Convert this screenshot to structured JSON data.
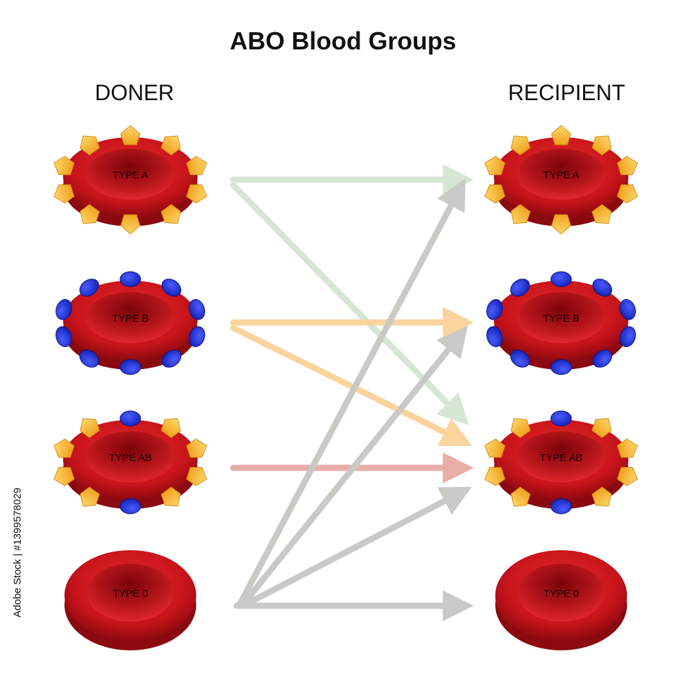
{
  "title": "ABO Blood Groups",
  "donor_header": "DONER",
  "recipient_header": "RECIPIENT",
  "donor_cells": [
    {
      "label": "TYPE A",
      "antigen": "A"
    },
    {
      "label": "TYPE B",
      "antigen": "B"
    },
    {
      "label": "TYPE AB",
      "antigen": "AB"
    },
    {
      "label": "TYPE 0",
      "antigen": "none"
    }
  ],
  "recipient_cells": [
    {
      "label": "TYPE A",
      "antigen": "A"
    },
    {
      "label": "TYPE B",
      "antigen": "B"
    },
    {
      "label": "TYPE AB",
      "antigen": "AB"
    },
    {
      "label": "TYPE 0",
      "antigen": "none"
    }
  ],
  "compatibility": [
    {
      "from": 0,
      "to": 0,
      "color": "#d5e6d3"
    },
    {
      "from": 0,
      "to": 2,
      "color": "#d5e6d3"
    },
    {
      "from": 1,
      "to": 1,
      "color": "#f9d49e"
    },
    {
      "from": 1,
      "to": 2,
      "color": "#f9d49e"
    },
    {
      "from": 2,
      "to": 2,
      "color": "#e8aeaa"
    },
    {
      "from": 3,
      "to": 0,
      "color": "#c9cac5"
    },
    {
      "from": 3,
      "to": 1,
      "color": "#c9cac5"
    },
    {
      "from": 3,
      "to": 2,
      "color": "#c9cac5"
    },
    {
      "from": 3,
      "to": 3,
      "color": "#c9cac5"
    }
  ],
  "colors": {
    "cell_red": "#c8141b",
    "antigen_a": "#f5a623",
    "antigen_b": "#1f2fd1",
    "arrow_a": "#d5e6d3",
    "arrow_b": "#f9d49e",
    "arrow_ab": "#e8aeaa",
    "arrow_o": "#c9cac5"
  },
  "watermark_side": "Adobe Stock | #1399578029"
}
